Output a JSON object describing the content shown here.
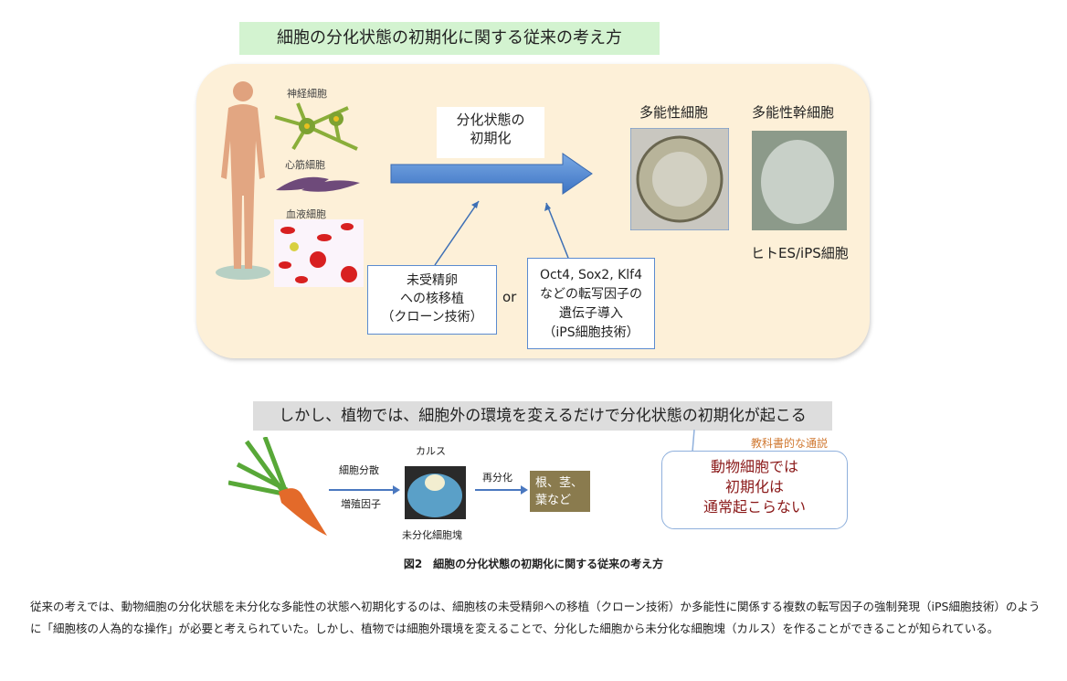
{
  "top_title": "細胞の分化状態の初期化に関する従来の考え方",
  "cells": {
    "neuron": "神経細胞",
    "cardiac": "心筋細胞",
    "blood": "血液細胞"
  },
  "reprogram_label": [
    "分化状態の",
    "初期化"
  ],
  "method1": [
    "未受精卵",
    "への核移植",
    "（クローン技術）"
  ],
  "or": "or",
  "method2": [
    "Oct4, Sox2, Klf4",
    "などの転写因子の",
    "遺伝子導入",
    "（iPS細胞技術）"
  ],
  "pluripotent_cell": "多能性細胞",
  "pluripotent_stem_cell": "多能性幹細胞",
  "human_es_ips": "ヒトES/iPS細胞",
  "plant_banner": "しかし、植物では、細胞外の環境を変えるだけで分化状態の初期化が起こる",
  "plant": {
    "dispersal": "細胞分散",
    "growth_factor": "増殖因子",
    "callus": "カルス",
    "undiff_mass": "未分化細胞塊",
    "redifferentiation": "再分化",
    "organs": [
      "根、茎、",
      "葉など"
    ]
  },
  "bubble": {
    "header": "教科書的な通説",
    "lines": [
      "動物細胞では",
      "初期化は",
      "通常起こらない"
    ]
  },
  "caption": "図2　細胞の分化状態の初期化に関する従来の考え方",
  "paragraph": "従来の考えでは、動物細胞の分化状態を未分化な多能性の状態へ初期化するのは、細胞核の未受精卵への移植（クローン技術）か多能性に関係する複数の転写因子の強制発現（iPS細胞技術）のように「細胞核の人為的な操作」が必要と考えられていた。しかし、植物では細胞外環境を変えることで、分化した細胞から未分化な細胞塊（カルス）を作ることができることが知られている。"
}
